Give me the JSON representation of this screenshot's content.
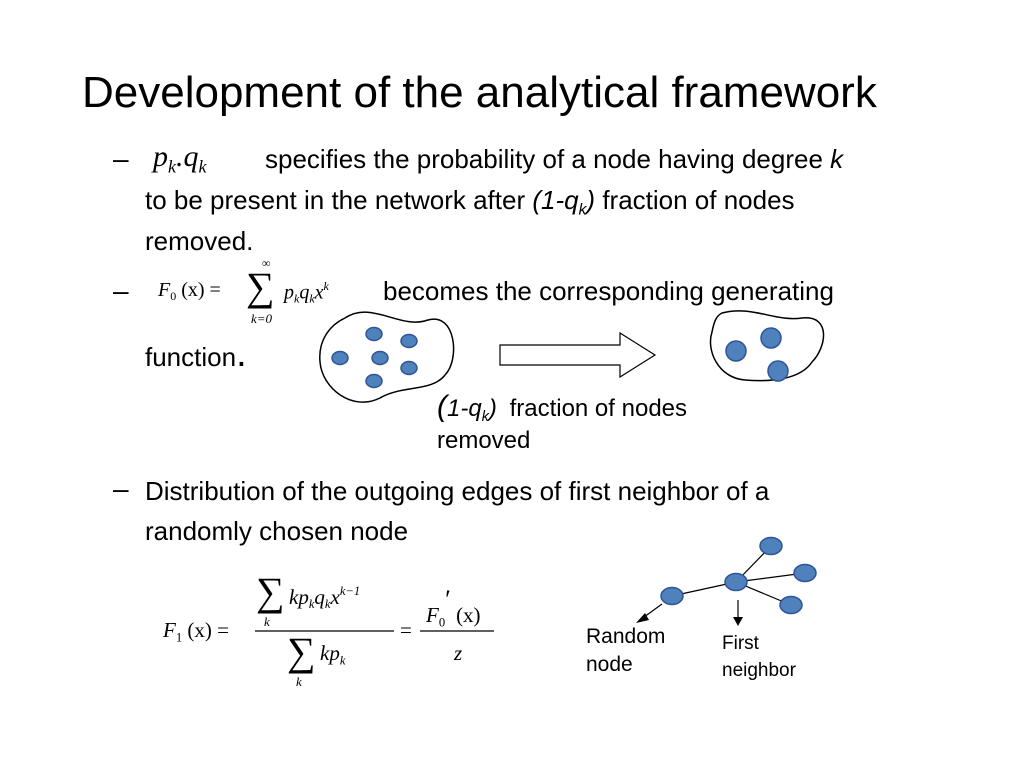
{
  "title": "Development of the analytical framework",
  "bullet1": {
    "dash": "–",
    "math": {
      "p": "p",
      "k1": "k",
      "dot": ".",
      "q": "q",
      "k2": "k"
    },
    "line1": "specifies the probability of a node having degree",
    "line1_k": "k",
    "line2_a": "to be present in the network after",
    "line2_q": "(1-q",
    "line2_k": "k",
    "line2_close": ")",
    "line2_b": "fraction of nodes",
    "line3": "removed."
  },
  "bullet2": {
    "dash": "–",
    "formula": {
      "F": "F",
      "sub0": "0",
      "arg": "(x) =",
      "sum": "∑",
      "upper": "∞",
      "lower": "k=0",
      "p": "p",
      "q": "q",
      "k": "k",
      "x": "x"
    },
    "text": "becomes the corresponding generating",
    "text2": "function",
    "period": "."
  },
  "removal_caption": {
    "open": "(",
    "one_q": "1-q",
    "k": "k",
    "close": ")",
    "text": "fraction of nodes",
    "text2": "removed"
  },
  "bullet3": {
    "dash": "–",
    "line1": "Distribution of the outgoing edges of first neighbor of a",
    "line2": "randomly chosen node"
  },
  "formula_f1": {
    "F": "F",
    "sub1": "1",
    "arg": "(x) =",
    "num_sum": "∑",
    "num_sum_sub": "k",
    "num_body": "kp",
    "num_k1": "k",
    "num_q": "q",
    "num_k2": "k",
    "num_x": "x",
    "num_exp": "k−1",
    "den_sum": "∑",
    "den_sum_sub": "k",
    "den_body": "kp",
    "den_k": "k",
    "eq": "=",
    "F0": "F",
    "F0sub": "0",
    "prime": "′",
    "F0arg": "(x)",
    "z": "z"
  },
  "graph_labels": {
    "random": "Random",
    "random2": "node",
    "first": "First",
    "first2": "neighbor"
  },
  "colors": {
    "node_fill": "#4f81bd",
    "node_stroke": "#2f5597"
  }
}
